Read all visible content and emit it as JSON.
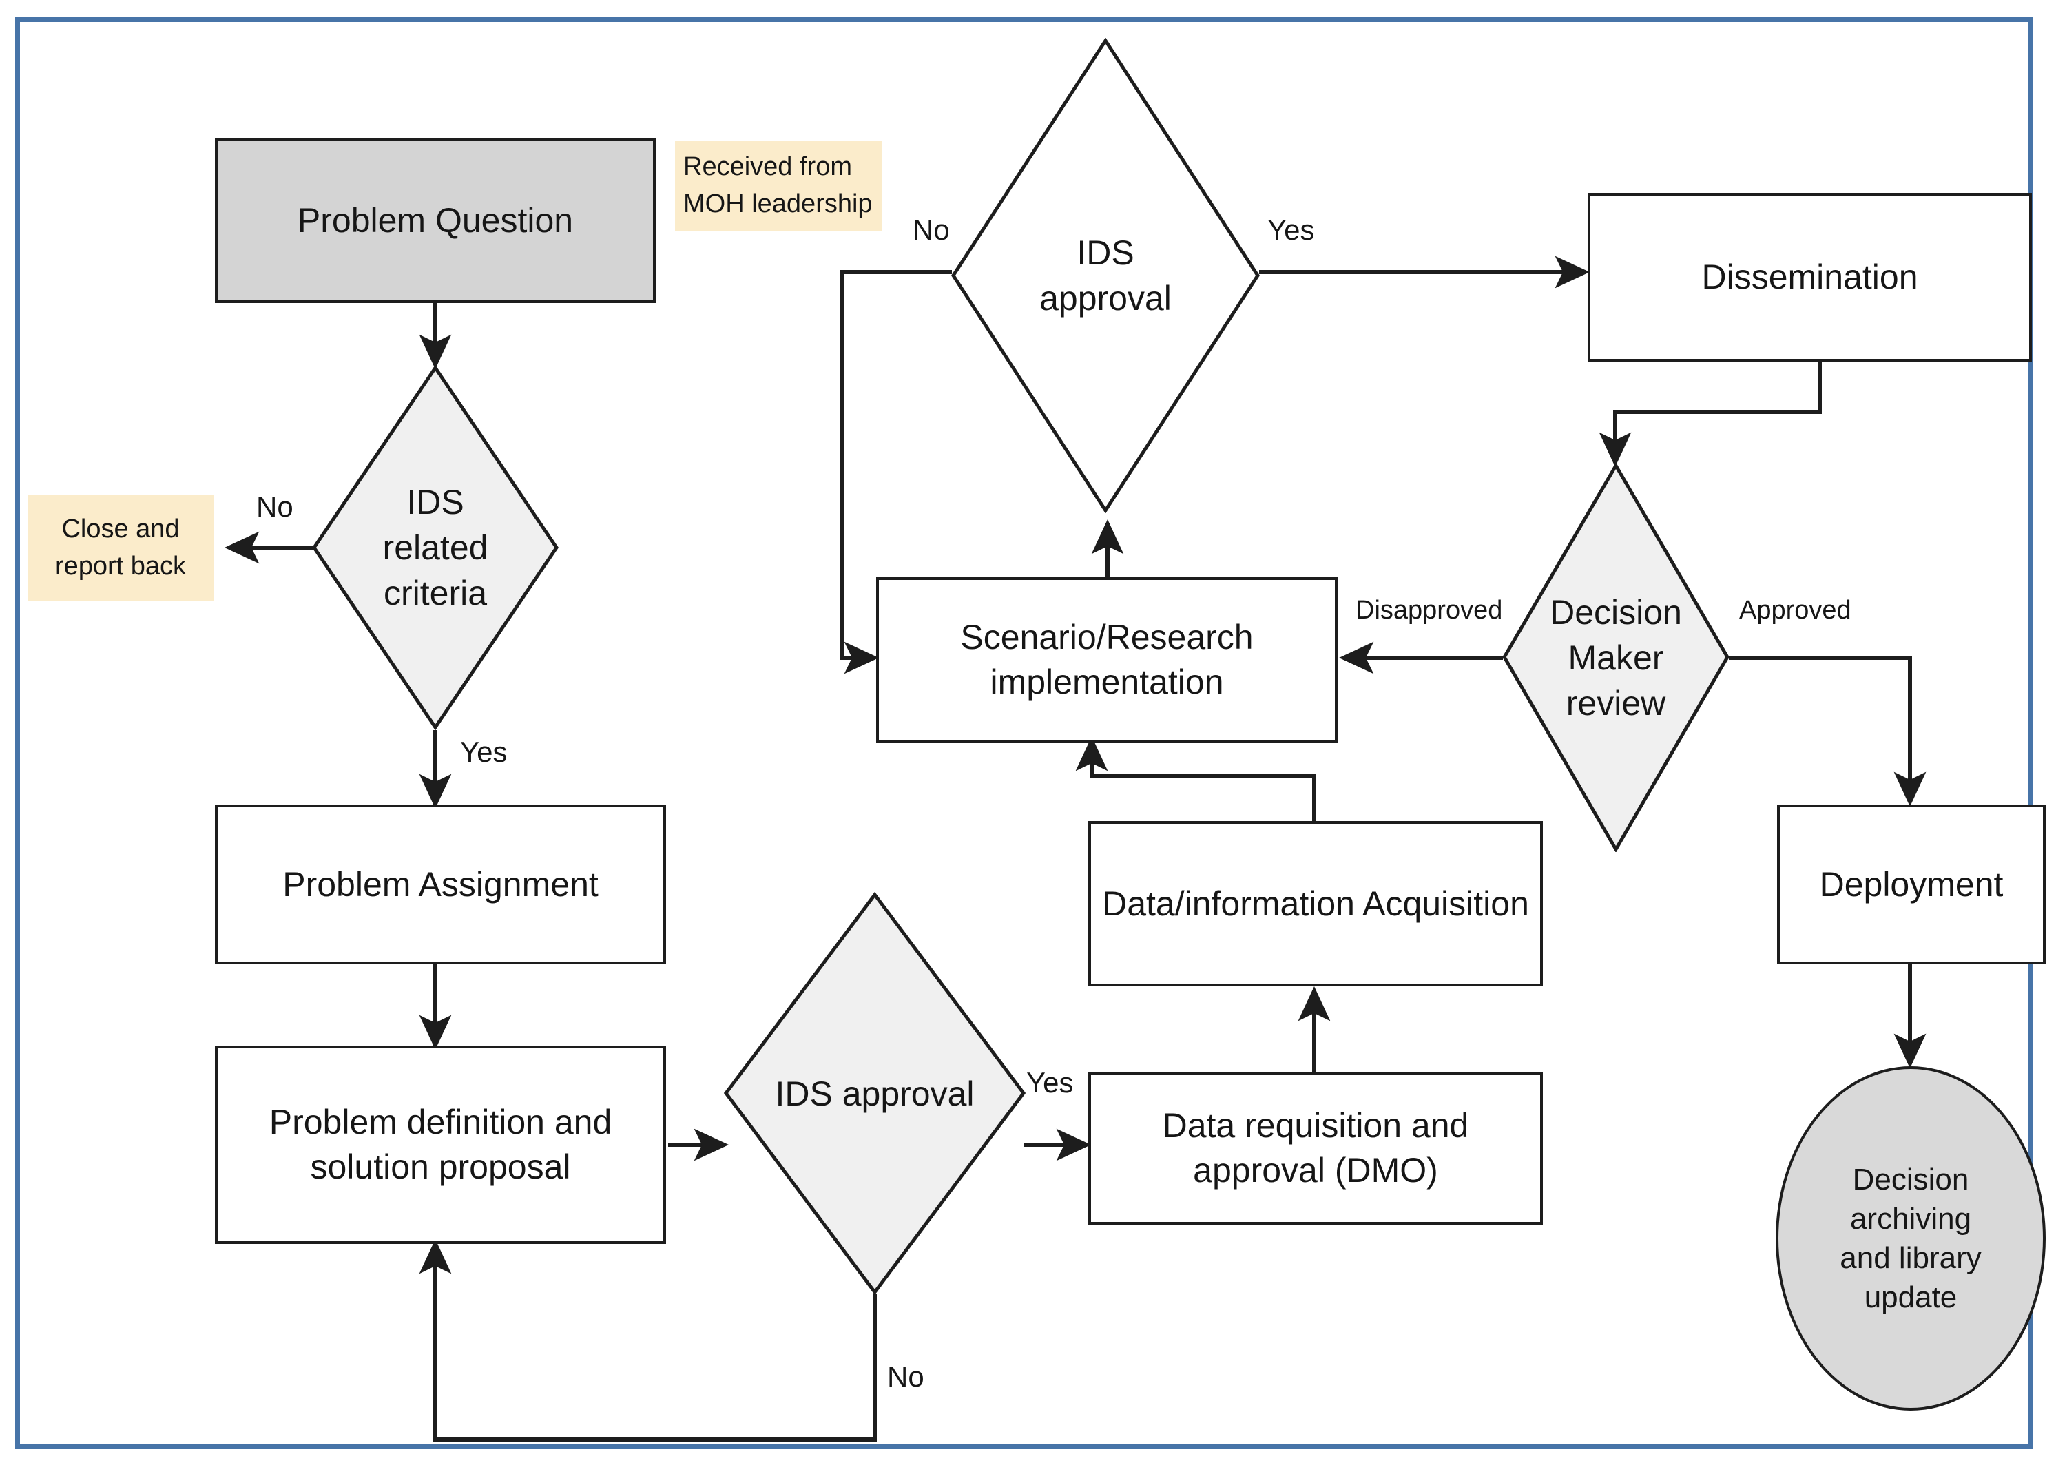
{
  "frame": {
    "border_color": "#4774a8"
  },
  "palette": {
    "shape_stroke": "#1d1d1d",
    "diamond_fill": "#f0f0f0",
    "diamond_fill_white": "#ffffff",
    "process_fill": "#ffffff",
    "shaded_fill": "#d4d4d4",
    "note_fill": "#fbeccb",
    "ellipse_fill": "#d9d9d9",
    "text_color": "#161616"
  },
  "nodes": {
    "problem_question": {
      "label": "Problem Question",
      "shape": "process",
      "fill": "shaded"
    },
    "received_note": {
      "label": "Received from\nMOH leadership",
      "shape": "note"
    },
    "ids_related_criteria": {
      "label": "IDS\nrelated\ncriteria",
      "shape": "diamond",
      "fill": "gray"
    },
    "close_and_report_back": {
      "label": "Close and\nreport back",
      "shape": "note"
    },
    "problem_assignment": {
      "label": "Problem Assignment",
      "shape": "process"
    },
    "problem_definition": {
      "label": "Problem definition and\nsolution proposal",
      "shape": "process"
    },
    "ids_approval_lower": {
      "label": "IDS approval",
      "shape": "diamond",
      "fill": "gray"
    },
    "data_requisition": {
      "label": "Data requisition and\napproval (DMO)",
      "shape": "process"
    },
    "data_acquisition": {
      "label": "Data/information Acquisition",
      "shape": "process"
    },
    "scenario_research": {
      "label": "Scenario/Research\nimplementation",
      "shape": "process"
    },
    "ids_approval_upper": {
      "label": "IDS\napproval",
      "shape": "diamond",
      "fill": "white"
    },
    "dissemination": {
      "label": "Dissemination",
      "shape": "process"
    },
    "decision_maker_review": {
      "label": "Decision\nMaker\nreview",
      "shape": "diamond",
      "fill": "gray"
    },
    "deployment": {
      "label": "Deployment",
      "shape": "process"
    },
    "decision_archiving": {
      "label": "Decision\narchiving\nand library\nupdate",
      "shape": "ellipse"
    }
  },
  "edge_labels": {
    "criteria_no": "No",
    "criteria_yes": "Yes",
    "lower_approval_yes": "Yes",
    "lower_approval_no": "No",
    "upper_approval_no": "No",
    "upper_approval_yes": "Yes",
    "review_disapproved": "Disapproved",
    "review_approved": "Approved"
  },
  "node_lines": {
    "problem_question": [
      "Problem Question"
    ],
    "received_note": [
      "Received from",
      "MOH leadership"
    ],
    "ids_related_criteria": [
      "IDS",
      "related",
      "criteria"
    ],
    "close_and_report_back": [
      "Close and",
      "report back"
    ],
    "problem_assignment": [
      "Problem Assignment"
    ],
    "problem_definition": [
      "Problem definition and",
      "solution proposal"
    ],
    "ids_approval_lower": [
      "IDS approval"
    ],
    "data_requisition": [
      "Data requisition and",
      "approval (DMO)"
    ],
    "data_acquisition": [
      "Data/information Acquisition"
    ],
    "scenario_research": [
      "Scenario/Research",
      "implementation"
    ],
    "ids_approval_upper": [
      "IDS",
      "approval"
    ],
    "dissemination": [
      "Dissemination"
    ],
    "decision_maker_review": [
      "Decision",
      "Maker",
      "review"
    ],
    "deployment": [
      "Deployment"
    ],
    "decision_archiving": [
      "Decision",
      "archiving",
      "and library",
      "update"
    ]
  }
}
